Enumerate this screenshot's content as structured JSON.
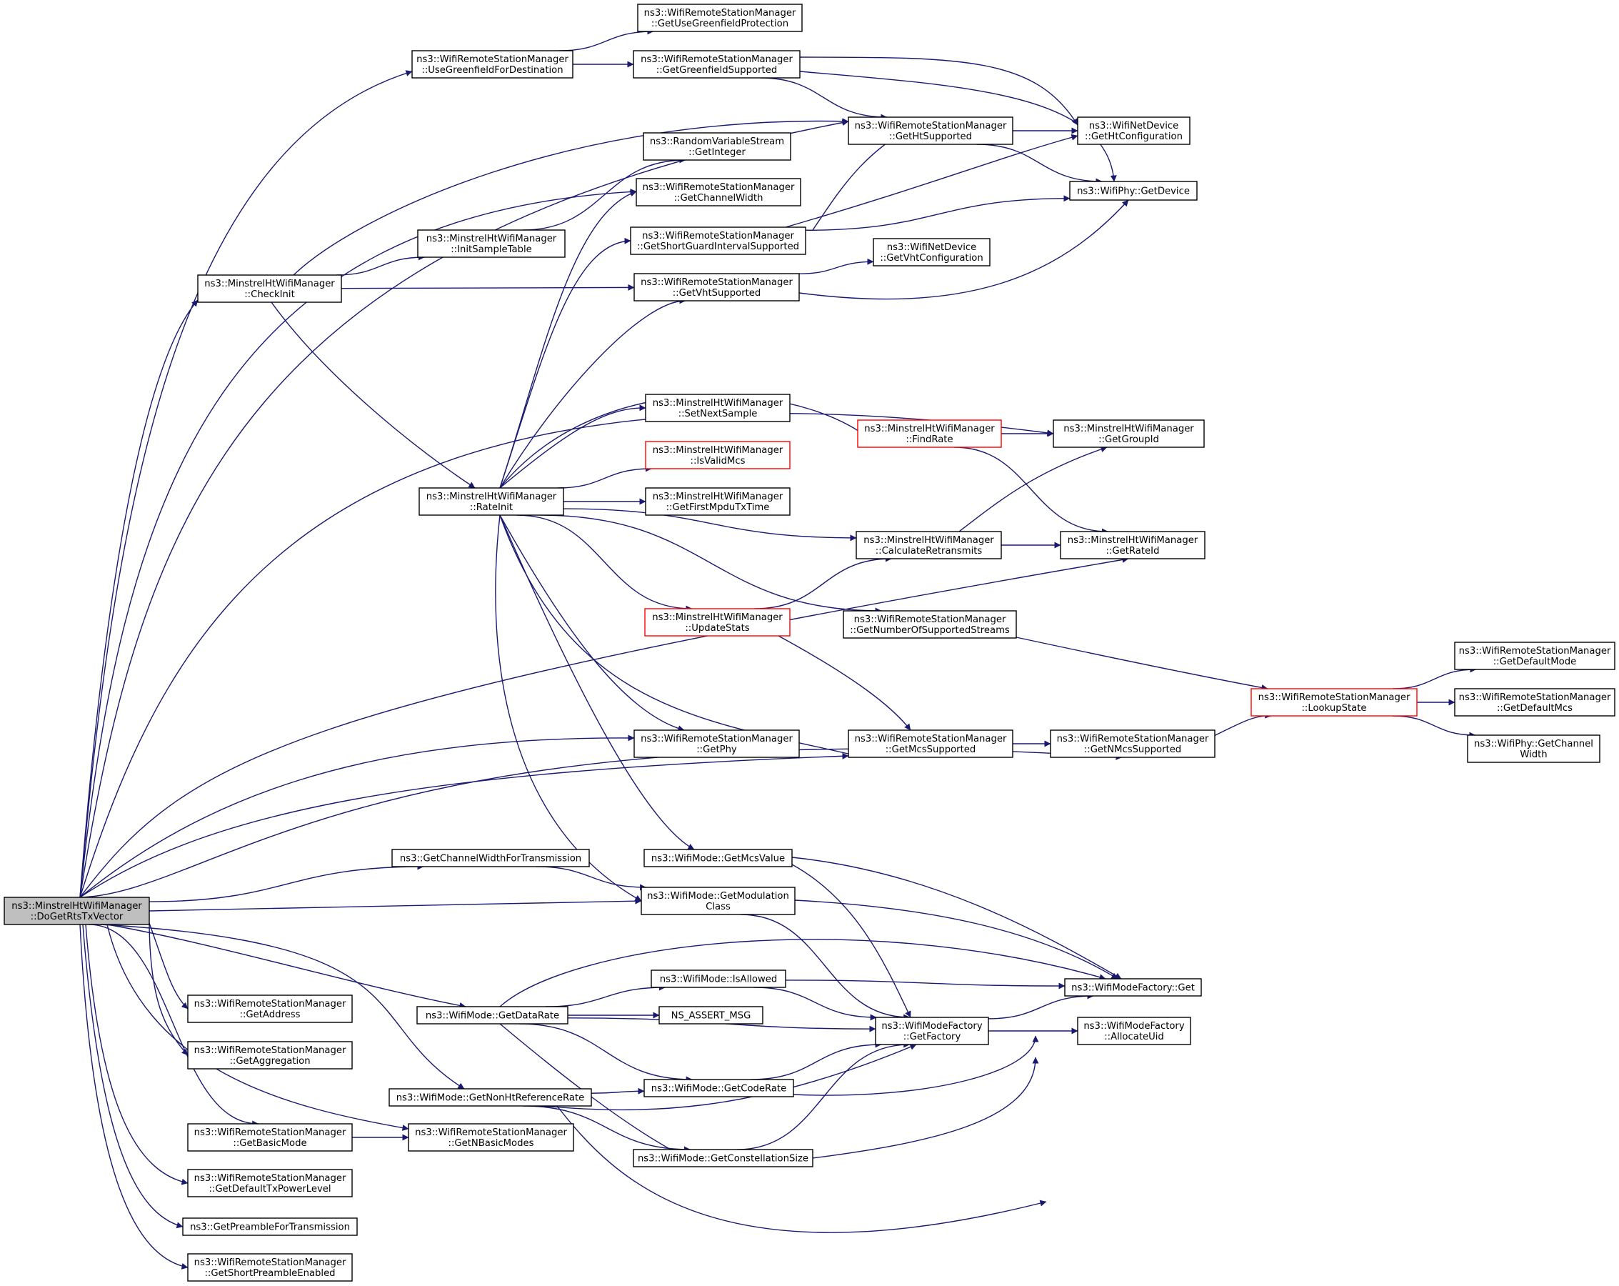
{
  "graph_data": {
    "colors": {
      "edge": "#191970",
      "node_border": "#000000",
      "highlight_border": "#ff0000",
      "root_fill": "#bfbfbf"
    },
    "nodes": {
      "root": [
        "ns3::MinstrelHtWifiManager",
        "::DoGetRtsTxVector"
      ],
      "useGf": [
        "ns3::WifiRemoteStationManager",
        "::UseGreenfieldForDestination"
      ],
      "getUseGfProt": [
        "ns3::WifiRemoteStationManager",
        "::GetUseGreenfieldProtection"
      ],
      "getGfSupp": [
        "ns3::WifiRemoteStationManager",
        "::GetGreenfieldSupported"
      ],
      "getHtSupp": [
        "ns3::WifiRemoteStationManager",
        "::GetHtSupported"
      ],
      "getHtConf": [
        "ns3::WifiNetDevice",
        "::GetHtConfiguration"
      ],
      "rvsGetInt": [
        "ns3::RandomVariableStream",
        "::GetInteger"
      ],
      "getChanW": [
        "ns3::WifiRemoteStationManager",
        "::GetChannelWidth"
      ],
      "phyGetDev": [
        "ns3::WifiPhy::GetDevice"
      ],
      "initSample": [
        "ns3::MinstrelHtWifiManager",
        "::InitSampleTable"
      ],
      "getSgi": [
        "ns3::WifiRemoteStationManager",
        "::GetShortGuardIntervalSupported"
      ],
      "checkInit": [
        "ns3::MinstrelHtWifiManager",
        "::CheckInit"
      ],
      "getVhtConf": [
        "ns3::WifiNetDevice",
        "::GetVhtConfiguration"
      ],
      "getVhtSupp": [
        "ns3::WifiRemoteStationManager",
        "::GetVhtSupported"
      ],
      "setNext": [
        "ns3::MinstrelHtWifiManager",
        "::SetNextSample"
      ],
      "findRate": [
        "ns3::MinstrelHtWifiManager",
        "::FindRate"
      ],
      "getGroupId": [
        "ns3::MinstrelHtWifiManager",
        "::GetGroupId"
      ],
      "isValidMcs": [
        "ns3::MinstrelHtWifiManager",
        "::IsValidMcs"
      ],
      "rateInit": [
        "ns3::MinstrelHtWifiManager",
        "::RateInit"
      ],
      "firstMpdu": [
        "ns3::MinstrelHtWifiManager",
        "::GetFirstMpduTxTime"
      ],
      "calcRetr": [
        "ns3::MinstrelHtWifiManager",
        "::CalculateRetransmits"
      ],
      "getRateId": [
        "ns3::MinstrelHtWifiManager",
        "::GetRateId"
      ],
      "updStats": [
        "ns3::MinstrelHtWifiManager",
        "::UpdateStats"
      ],
      "numStreams": [
        "ns3::WifiRemoteStationManager",
        "::GetNumberOfSupportedStreams"
      ],
      "defMode": [
        "ns3::WifiRemoteStationManager",
        "::GetDefaultMode"
      ],
      "lookup": [
        "ns3::WifiRemoteStationManager",
        "::LookupState"
      ],
      "defMcs": [
        "ns3::WifiRemoteStationManager",
        "::GetDefaultMcs"
      ],
      "getPhy": [
        "ns3::WifiRemoteStationManager",
        "::GetPhy"
      ],
      "mcsSupp": [
        "ns3::WifiRemoteStationManager",
        "::GetMcsSupported"
      ],
      "nMcs": [
        "ns3::WifiRemoteStationManager",
        "::GetNMcsSupported"
      ],
      "phyChanW": [
        "ns3::WifiPhy::GetChannel",
        "Width"
      ],
      "chanWTx": [
        "ns3::GetChannelWidthForTransmission"
      ],
      "mcsValue": [
        "ns3::WifiMode::GetMcsValue"
      ],
      "modClass": [
        "ns3::WifiMode::GetModulation",
        "Class"
      ],
      "isAllowed": [
        "ns3::WifiMode::IsAllowed"
      ],
      "wmfGet": [
        "ns3::WifiModeFactory::Get"
      ],
      "getAddr": [
        "ns3::WifiRemoteStationManager",
        "::GetAddress"
      ],
      "dataRate": [
        "ns3::WifiMode::GetDataRate"
      ],
      "assertMsg": [
        "NS_ASSERT_MSG"
      ],
      "getFactory": [
        "ns3::WifiModeFactory",
        "::GetFactory"
      ],
      "allocUid": [
        "ns3::WifiModeFactory",
        "::AllocateUid"
      ],
      "getAggr": [
        "ns3::WifiRemoteStationManager",
        "::GetAggregation"
      ],
      "codeRate": [
        "ns3::WifiMode::GetCodeRate"
      ],
      "nonHtRef": [
        "ns3::WifiMode::GetNonHtReferenceRate"
      ],
      "basicMode": [
        "ns3::WifiRemoteStationManager",
        "::GetBasicMode"
      ],
      "nBasic": [
        "ns3::WifiRemoteStationManager",
        "::GetNBasicModes"
      ],
      "constSize": [
        "ns3::WifiMode::GetConstellationSize"
      ],
      "defTxPow": [
        "ns3::WifiRemoteStationManager",
        "::GetDefaultTxPowerLevel"
      ],
      "preamble": [
        "ns3::GetPreambleForTransmission"
      ],
      "shortPre": [
        "ns3::WifiRemoteStationManager",
        "::GetShortPreambleEnabled"
      ]
    },
    "highlighted": [
      "findRate",
      "isValidMcs",
      "updStats",
      "lookup"
    ],
    "edges": [
      [
        "root",
        "useGf"
      ],
      [
        "root",
        "checkInit"
      ],
      [
        "root",
        "getChanW"
      ],
      [
        "root",
        "getHtSupp"
      ],
      [
        "root",
        "getGroupId"
      ],
      [
        "root",
        "getRateId"
      ],
      [
        "root",
        "getPhy"
      ],
      [
        "root",
        "mcsSupp"
      ],
      [
        "root",
        "nMcs"
      ],
      [
        "root",
        "chanWTx"
      ],
      [
        "root",
        "modClass"
      ],
      [
        "root",
        "dataRate"
      ],
      [
        "root",
        "getAddr"
      ],
      [
        "root",
        "getAggr"
      ],
      [
        "root",
        "nonHtRef"
      ],
      [
        "root",
        "basicMode"
      ],
      [
        "root",
        "nBasic"
      ],
      [
        "root",
        "defTxPow"
      ],
      [
        "root",
        "preamble"
      ],
      [
        "root",
        "shortPre"
      ],
      [
        "useGf",
        "getUseGfProt"
      ],
      [
        "useGf",
        "getGfSupp"
      ],
      [
        "getGfSupp",
        "getHtSupp"
      ],
      [
        "getGfSupp",
        "getHtConf"
      ],
      [
        "getGfSupp",
        "phyGetDev"
      ],
      [
        "getHtSupp",
        "getHtConf"
      ],
      [
        "getHtSupp",
        "phyGetDev"
      ],
      [
        "checkInit",
        "getHtSupp"
      ],
      [
        "checkInit",
        "initSample"
      ],
      [
        "checkInit",
        "getVhtSupp"
      ],
      [
        "checkInit",
        "rateInit"
      ],
      [
        "initSample",
        "rvsGetInt"
      ],
      [
        "getSgi",
        "getHtSupp"
      ],
      [
        "getSgi",
        "getHtConf"
      ],
      [
        "getSgi",
        "phyGetDev"
      ],
      [
        "getVhtSupp",
        "getVhtConf"
      ],
      [
        "getVhtSupp",
        "phyGetDev"
      ],
      [
        "rateInit",
        "getChanW"
      ],
      [
        "rateInit",
        "getSgi"
      ],
      [
        "rateInit",
        "getVhtSupp"
      ],
      [
        "rateInit",
        "findRate"
      ],
      [
        "rateInit",
        "setNext"
      ],
      [
        "rateInit",
        "isValidMcs"
      ],
      [
        "rateInit",
        "firstMpdu"
      ],
      [
        "rateInit",
        "calcRetr"
      ],
      [
        "rateInit",
        "updStats"
      ],
      [
        "rateInit",
        "numStreams"
      ],
      [
        "rateInit",
        "getPhy"
      ],
      [
        "rateInit",
        "mcsSupp"
      ],
      [
        "rateInit",
        "mcsValue"
      ],
      [
        "rateInit",
        "modClass"
      ],
      [
        "findRate",
        "getGroupId"
      ],
      [
        "findRate",
        "getRateId"
      ],
      [
        "calcRetr",
        "getGroupId"
      ],
      [
        "calcRetr",
        "getRateId"
      ],
      [
        "updStats",
        "calcRetr"
      ],
      [
        "updStats",
        "mcsSupp"
      ],
      [
        "numStreams",
        "lookup"
      ],
      [
        "lookup",
        "defMode"
      ],
      [
        "lookup",
        "defMcs"
      ],
      [
        "lookup",
        "phyChanW"
      ],
      [
        "mcsSupp",
        "nMcs"
      ],
      [
        "nMcs",
        "lookup"
      ],
      [
        "chanWTx",
        "modClass"
      ],
      [
        "mcsValue",
        "wmfGet"
      ],
      [
        "mcsValue",
        "getFactory"
      ],
      [
        "modClass",
        "wmfGet"
      ],
      [
        "modClass",
        "getFactory"
      ],
      [
        "isAllowed",
        "wmfGet"
      ],
      [
        "isAllowed",
        "getFactory"
      ],
      [
        "dataRate",
        "isAllowed"
      ],
      [
        "dataRate",
        "assertMsg"
      ],
      [
        "dataRate",
        "getFactory"
      ],
      [
        "dataRate",
        "codeRate"
      ],
      [
        "dataRate",
        "constSize"
      ],
      [
        "dataRate",
        "wmfGet"
      ],
      [
        "getFactory",
        "wmfGet"
      ],
      [
        "getFactory",
        "allocUid"
      ],
      [
        "codeRate",
        "getFactory"
      ],
      [
        "codeRate",
        "wmfGet"
      ],
      [
        "nonHtRef",
        "codeRate"
      ],
      [
        "nonHtRef",
        "constSize"
      ],
      [
        "nonHtRef",
        "getFactory"
      ],
      [
        "nonHtRef",
        "wmfGet"
      ],
      [
        "basicMode",
        "nBasic"
      ],
      [
        "constSize",
        "getFactory"
      ],
      [
        "constSize",
        "wmfGet"
      ]
    ]
  }
}
